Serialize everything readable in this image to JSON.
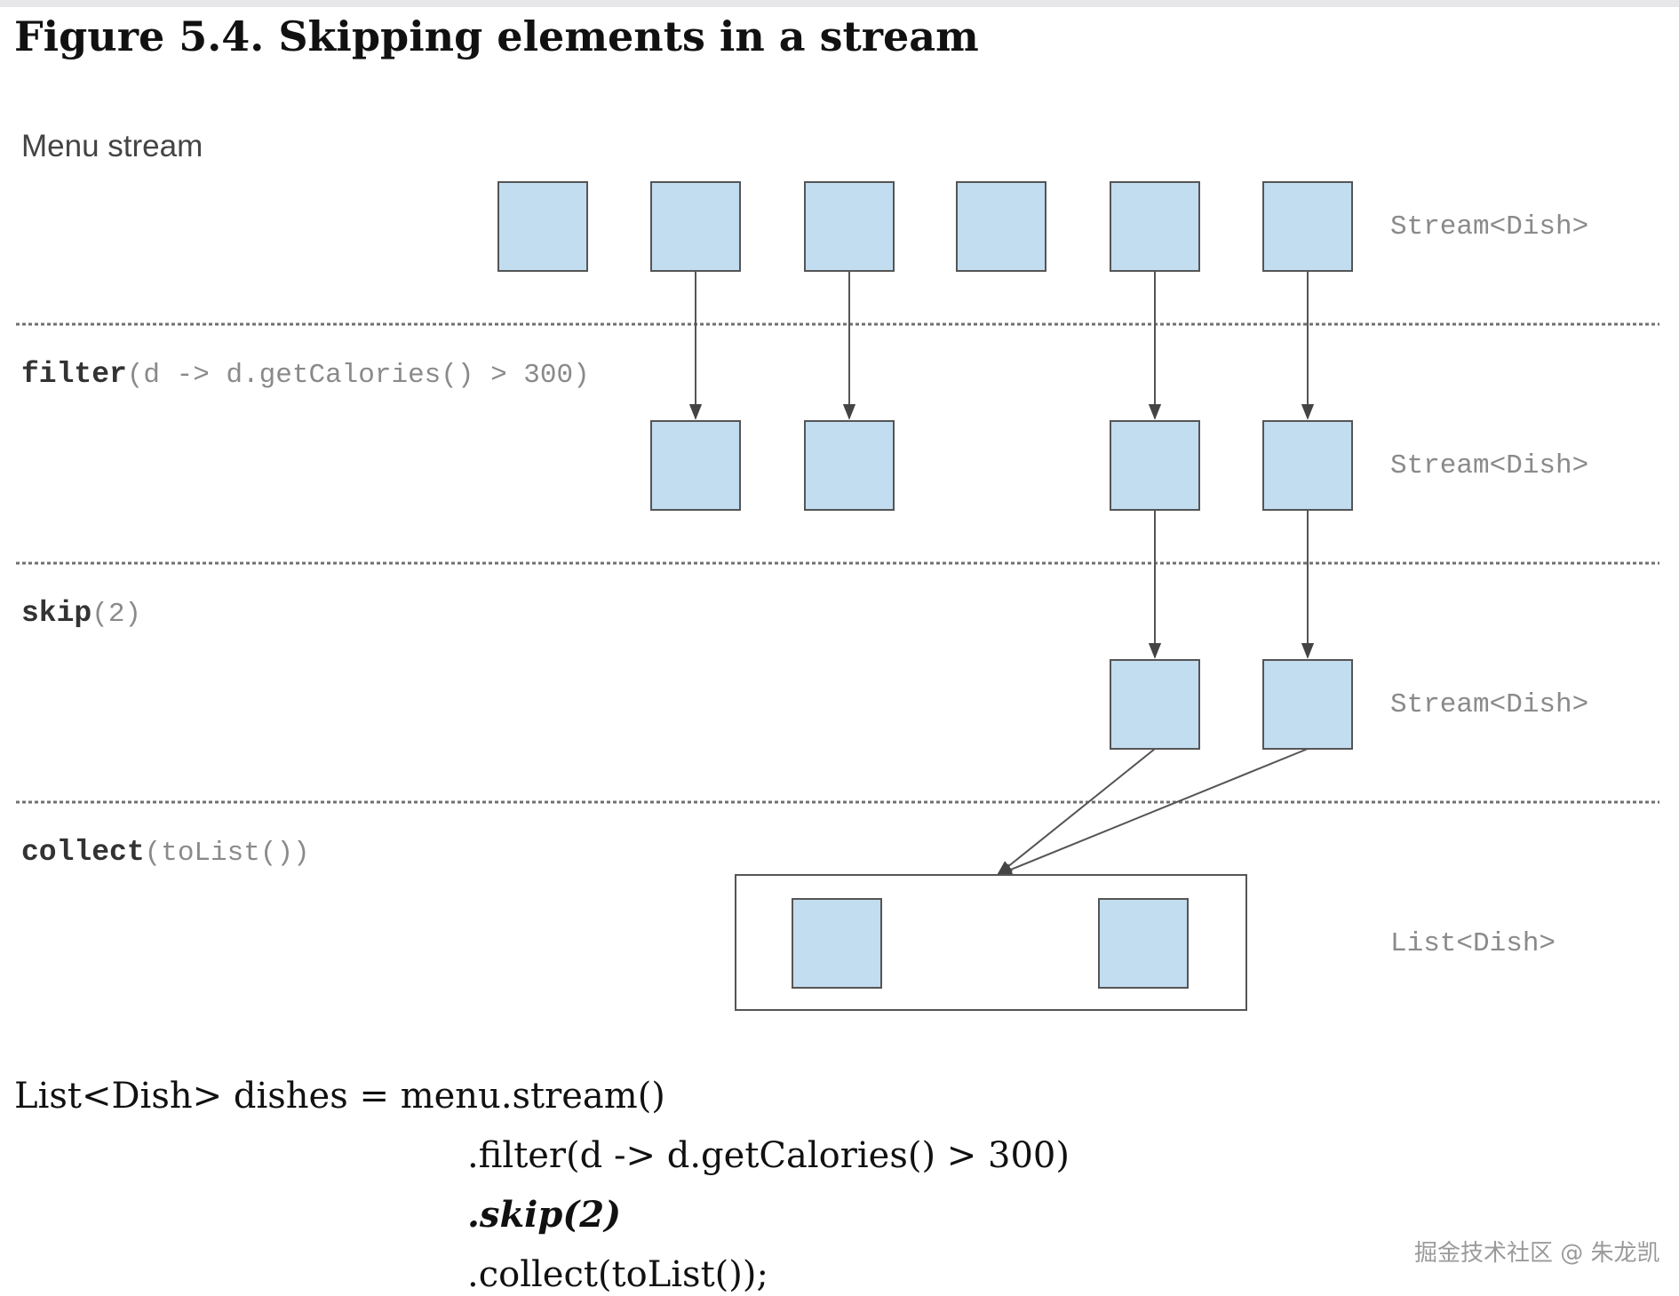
{
  "figure": {
    "title": "Figure 5.4. Skipping elements in a stream"
  },
  "diagram": {
    "source_label": "Menu stream",
    "stages": [
      {
        "op": "filter",
        "args": "(d -> d.getCalories() > 300)",
        "result_type": "Stream<Dish>"
      },
      {
        "op": "skip",
        "args": "(2)",
        "result_type": "Stream<Dish>"
      },
      {
        "op": "collect",
        "args": "(toList())",
        "result_type": "List<Dish>"
      }
    ],
    "source_type": "Stream<Dish>",
    "source_item_count": 6,
    "filter_pass_indices": [
      1,
      2,
      4,
      5
    ],
    "skip_pass_indices": [
      2,
      3
    ],
    "collected_count": 2,
    "colors": {
      "dish_fill": "#c2dcf0",
      "dish_stroke": "#555555",
      "divider": "#707070"
    }
  },
  "code": {
    "line1": "List<Dish> dishes = menu.stream()",
    "line2": ".filter(d -> d.getCalories() > 300)",
    "line3": ".skip(2)",
    "line4": ".collect(toList());"
  },
  "watermark": "掘金技术社区 @ 朱龙凯"
}
